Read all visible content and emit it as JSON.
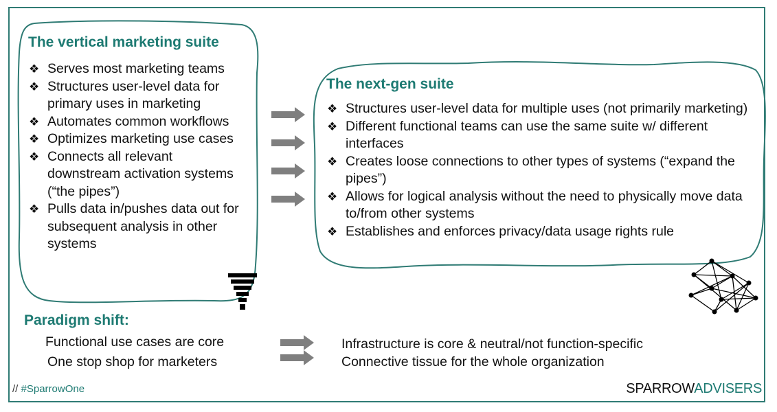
{
  "vertical_suite": {
    "title": "The vertical marketing suite",
    "bullet": "❖",
    "items": [
      "Serves most marketing teams",
      "Structures user-level data for primary uses in marketing",
      "Automates common workflows",
      "Optimizes marketing use cases",
      "Connects all relevant downstream activation systems (“the pipes”)",
      "Pulls data in/pushes data out for subsequent analysis in other systems"
    ]
  },
  "nextgen_suite": {
    "title": "The next-gen suite",
    "bullet": "❖",
    "items": [
      "Structures user-level data for multiple uses (not primarily marketing)",
      "Different functional teams can use the same suite w/ different interfaces",
      "Creates loose connections to other types of systems (“expand the pipes”)",
      "Allows for logical analysis without the need to physically move data to/from other systems",
      "Establishes and enforces privacy/data usage rights rule"
    ]
  },
  "paradigm_shift": {
    "title": "Paradigm shift:",
    "from": [
      "Functional use cases are core",
      "One stop shop for marketers"
    ],
    "to": [
      "Infrastructure is core & neutral/not function-specific",
      "Connective tissue for the whole organization"
    ]
  },
  "footer": {
    "slashes": "//",
    "hashtag": "#SparrowOne",
    "brand_part1": "SPARROW",
    "brand_part2": "ADVISERS"
  },
  "icons": {
    "funnel": "funnel-icon",
    "network": "network-icon",
    "arrows": "right-arrow-icon"
  },
  "colors": {
    "accent": "#1d7a72",
    "arrow": "#7f7f7f",
    "text": "#111111"
  }
}
